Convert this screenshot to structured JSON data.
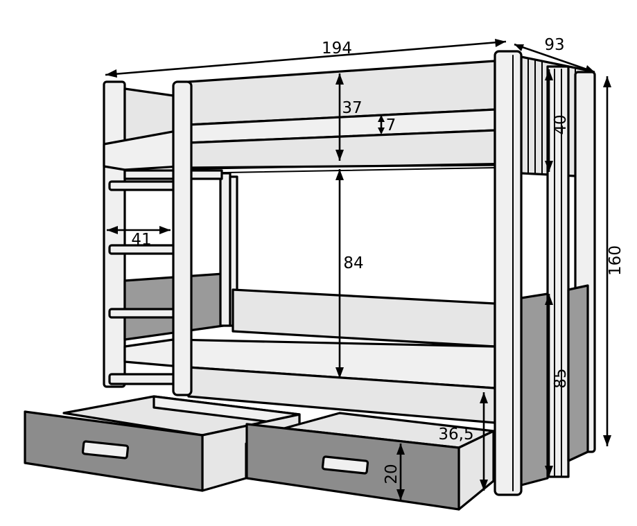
{
  "dimensions": {
    "width": "194",
    "depth": "93",
    "height": "160",
    "upper_rail": "37",
    "upper_mattress": "7",
    "gap_between_beds": "84",
    "ladder_width": "41",
    "side_rail": "40",
    "lower_side_panel": "85",
    "drawer_height": "20",
    "drawer_depth": "36,5"
  },
  "colors": {
    "outline": "#000000",
    "panel": "#e6e6e6",
    "panel_dark": "#9a9a9a",
    "drawer_front": "#8c8c8c",
    "background": "#ffffff"
  }
}
